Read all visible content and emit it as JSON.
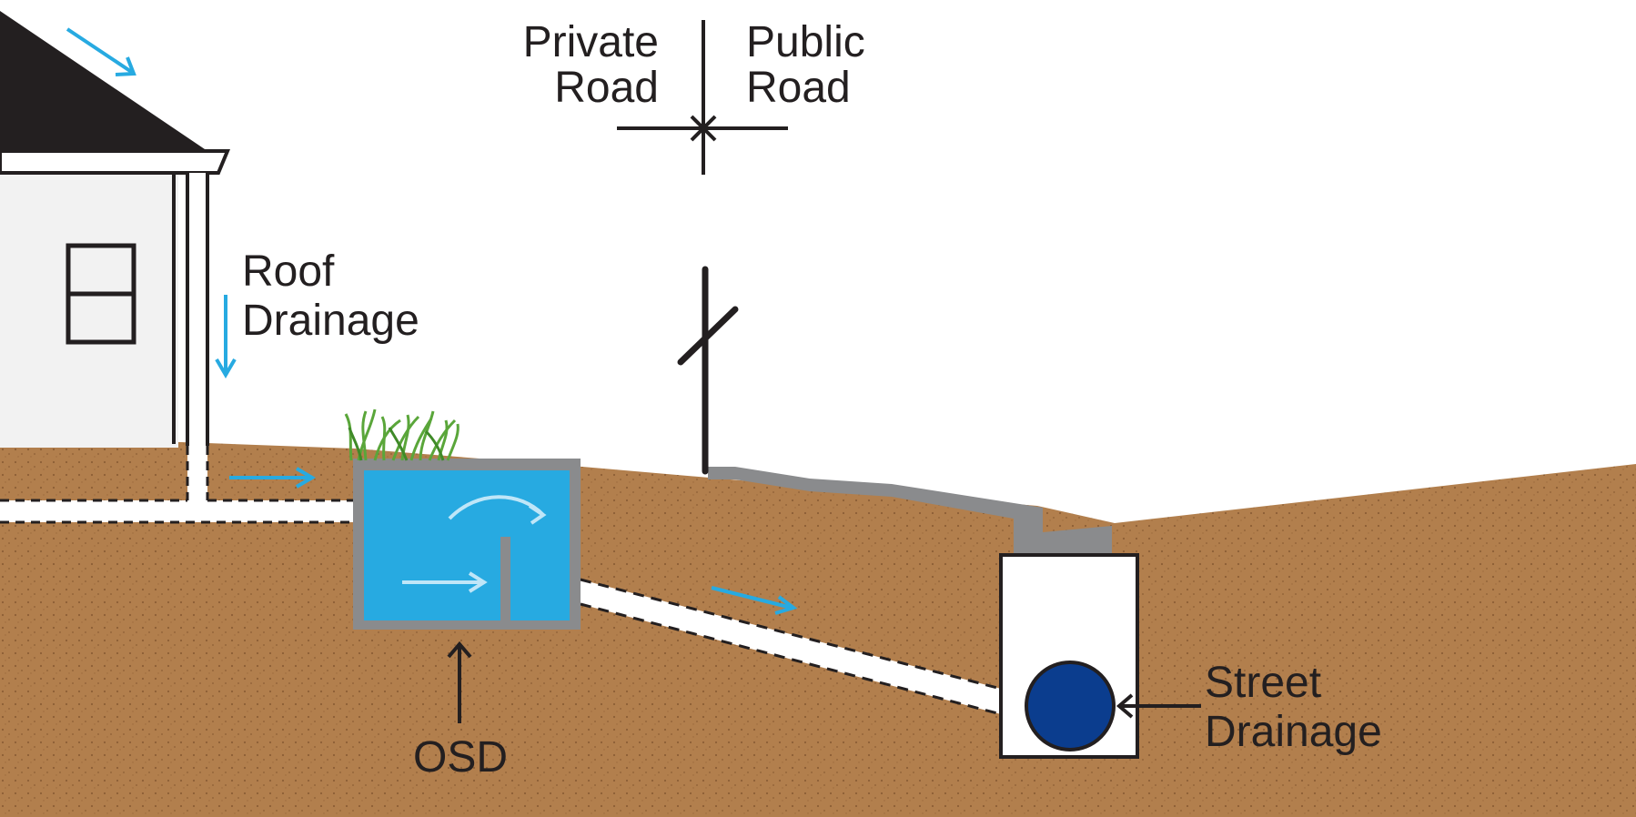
{
  "labels": {
    "private_road_line1": "Private",
    "private_road_line2": "Road",
    "public_road_line1": "Public",
    "public_road_line2": "Road",
    "roof_drainage_line1": "Roof",
    "roof_drainage_line2": "Drainage",
    "osd": "OSD",
    "street_drainage_line1": "Street",
    "street_drainage_line2": "Drainage"
  },
  "colors": {
    "soil": "#b27f4d",
    "soil_speckle": "#8c5f35",
    "water": "#27aae1",
    "concrete": "#8a8b8d",
    "roof": "#231f20",
    "outline": "#231f20",
    "flow_arrow": "#27aae1",
    "pipe_circle": "#0b3d8e",
    "grass": "#5aa63a"
  },
  "icons": [
    "roof-icon",
    "house-icon",
    "window-icon",
    "downpipe-icon",
    "grass-icon",
    "osd-tank-icon",
    "weir-icon",
    "sign-post-icon",
    "kerb-icon",
    "street-pit-icon",
    "stormwater-pipe-icon",
    "flow-arrow-icon"
  ]
}
